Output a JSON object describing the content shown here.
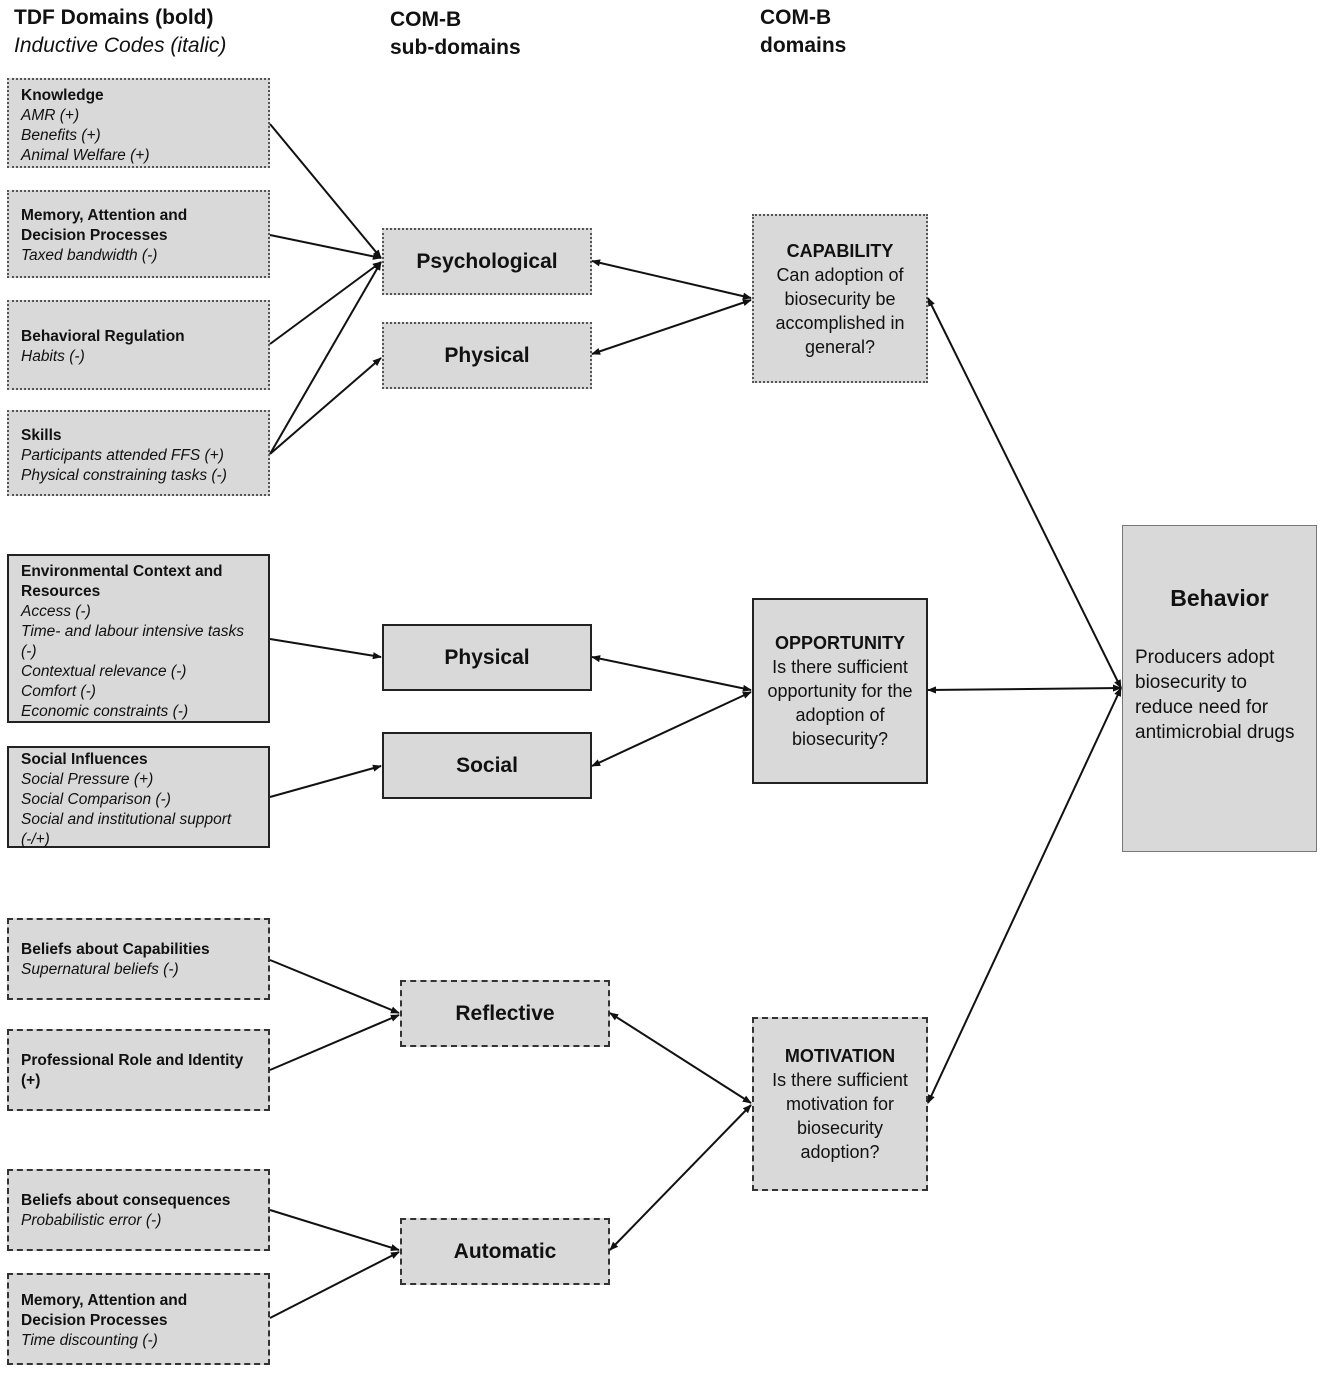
{
  "headers": {
    "tdf_line1": "TDF Domains (bold)",
    "tdf_line2": "Inductive Codes (italic)",
    "sub_line1": "COM-B",
    "sub_line2": "sub-domains",
    "dom_line1": "COM-B",
    "dom_line2": "domains"
  },
  "tdf": {
    "knowledge": {
      "title": "Knowledge",
      "codes": [
        "AMR (+)",
        "Benefits (+)",
        "Animal Welfare (+)"
      ]
    },
    "memory1": {
      "title": "Memory, Attention and Decision Processes",
      "codes": [
        "Taxed bandwidth (-)"
      ]
    },
    "behavioral": {
      "title": "Behavioral Regulation",
      "codes": [
        "Habits (-)"
      ]
    },
    "skills": {
      "title": "Skills",
      "codes": [
        "Participants attended FFS (+)",
        "Physical constraining tasks (-)"
      ]
    },
    "environmental": {
      "title": "Environmental Context and Resources",
      "codes": [
        "Access (-)",
        "Time- and labour intensive tasks (-)",
        "Contextual relevance (-)",
        "Comfort (-)",
        "Economic constraints (-)"
      ]
    },
    "social_inf": {
      "title": "Social Influences",
      "codes": [
        "Social Pressure (+)",
        "Social Comparison (-)",
        "Social and institutional support (-/+)"
      ]
    },
    "beliefs_cap": {
      "title": "Beliefs about Capabilities",
      "codes": [
        "Supernatural beliefs (-)"
      ]
    },
    "professional": {
      "title": "Professional Role and Identity (+)",
      "codes": []
    },
    "beliefs_cons": {
      "title": "Beliefs about consequences",
      "codes": [
        "Probabilistic error (-)"
      ]
    },
    "memory2": {
      "title": "Memory, Attention and Decision Processes",
      "codes": [
        "Time discounting (-)"
      ]
    }
  },
  "sub_domains": {
    "psychological": "Psychological",
    "physical1": "Physical",
    "physical2": "Physical",
    "social": "Social",
    "reflective": "Reflective",
    "automatic": "Automatic"
  },
  "domains": {
    "capability": {
      "title": "CAPABILITY",
      "question": "Can adoption of biosecurity be accomplished in general?"
    },
    "opportunity": {
      "title": "OPPORTUNITY",
      "question": "Is there sufficient opportunity for the adoption of biosecurity?"
    },
    "motivation": {
      "title": "MOTIVATION",
      "question": "Is there sufficient motivation for biosecurity adoption?"
    }
  },
  "behavior": {
    "title": "Behavior",
    "description": "Producers adopt biosecurity to reduce need for antimicrobial drugs"
  }
}
